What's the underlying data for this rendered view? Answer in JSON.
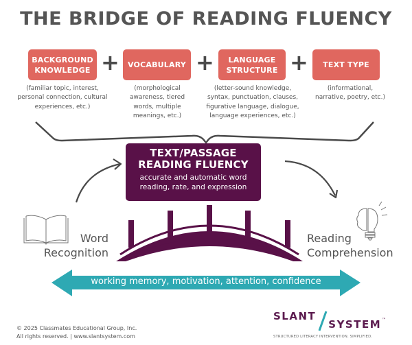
{
  "title": "THE BRIDGE OF READING FLUENCY",
  "factors": [
    {
      "label_line1": "BACKGROUND",
      "label_line2": "KNOWLEDGE",
      "desc": [
        "(familiar topic, interest,",
        "personal connection, cultural",
        "experiences, etc.)"
      ]
    },
    {
      "label_line1": "VOCABULARY",
      "label_line2": "",
      "desc": [
        "(morphological",
        "awareness, tiered",
        "words, multiple",
        "meanings, etc.)"
      ]
    },
    {
      "label_line1": "LANGUAGE",
      "label_line2": "STRUCTURE",
      "desc": [
        "(letter-sound knowledge,",
        "syntax, punctuation, clauses,",
        "figurative language, dialogue,",
        "language experiences, etc.)"
      ]
    },
    {
      "label_line1": "TEXT TYPE",
      "label_line2": "",
      "desc": [
        "(informational,",
        "narrative, poetry, etc.)"
      ]
    }
  ],
  "plus_symbol": "+",
  "fluency": {
    "title_line1": "TEXT/PASSAGE",
    "title_line2": "READING FLUENCY",
    "sub_line1": "accurate and automatic word",
    "sub_line2": "reading, rate, and expression"
  },
  "left_label": {
    "line1": "Word",
    "line2": "Recognition",
    "icon": "open-book-icon"
  },
  "right_label": {
    "line1": "Reading",
    "line2": "Comprehension",
    "icon": "brain-lightbulb-icon"
  },
  "foundation": "working memory, motivation, attention, confidence",
  "footer": {
    "line1": "© 2025 Classmates Educational Group, Inc.",
    "line2": "All rights reserved.  |  www.slantsystem.com"
  },
  "logo": {
    "word1": "SLANT",
    "word2": "SYSTEM",
    "tm": "™",
    "tagline": "STRUCTURED LITERACY INTERVENTION. SIMPLIFIED."
  },
  "colors": {
    "factor_box": "#e0675f",
    "fluency_box": "#591148",
    "bridge": "#591148",
    "teal": "#2ea9b3",
    "text_gray": "#555555"
  }
}
